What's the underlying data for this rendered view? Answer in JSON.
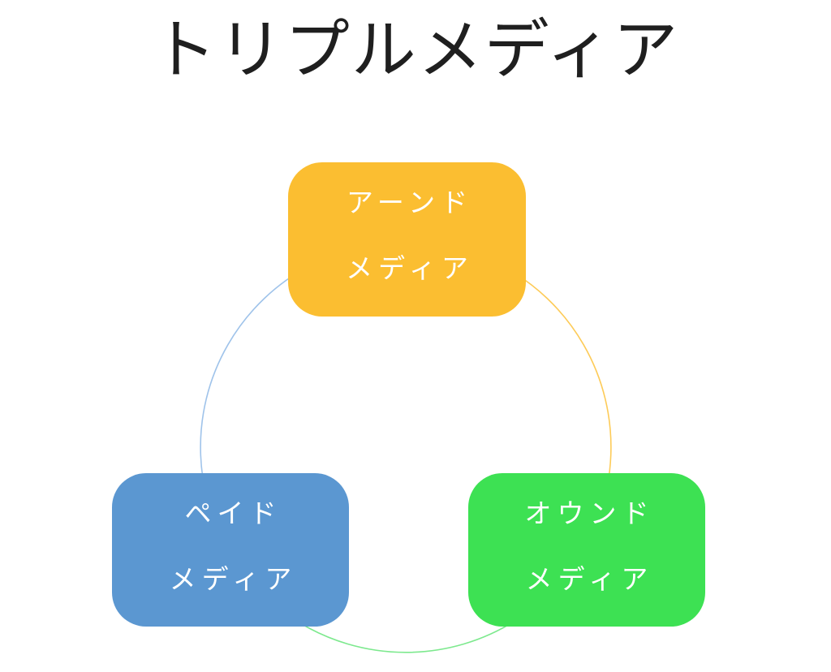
{
  "page": {
    "background_color": "#ffffff"
  },
  "title": {
    "text": "トリプルメディア",
    "color": "#1f1f1f"
  },
  "diagram": {
    "type": "cycle",
    "nodes": [
      {
        "id": "earned-media",
        "position": "top",
        "line1": "アーンド",
        "line2": "メディア",
        "fill": "#FBBE31",
        "text_color": "#ffffff"
      },
      {
        "id": "paid-media",
        "position": "bottom-left",
        "line1": "ペイド",
        "line2": "メディア",
        "fill": "#5B97D1",
        "text_color": "#ffffff"
      },
      {
        "id": "owned-media",
        "position": "bottom-right",
        "line1": "オウンド",
        "line2": "メディア",
        "fill": "#3DE153",
        "text_color": "#ffffff"
      }
    ],
    "arcs": [
      {
        "id": "left-arc",
        "from": "earned-media",
        "to": "paid-media",
        "color": "#9FC3EA"
      },
      {
        "id": "bottom-arc",
        "from": "paid-media",
        "to": "owned-media",
        "color": "#7DE98E"
      },
      {
        "id": "right-arc",
        "from": "owned-media",
        "to": "earned-media",
        "color": "#FDCB58"
      }
    ]
  }
}
